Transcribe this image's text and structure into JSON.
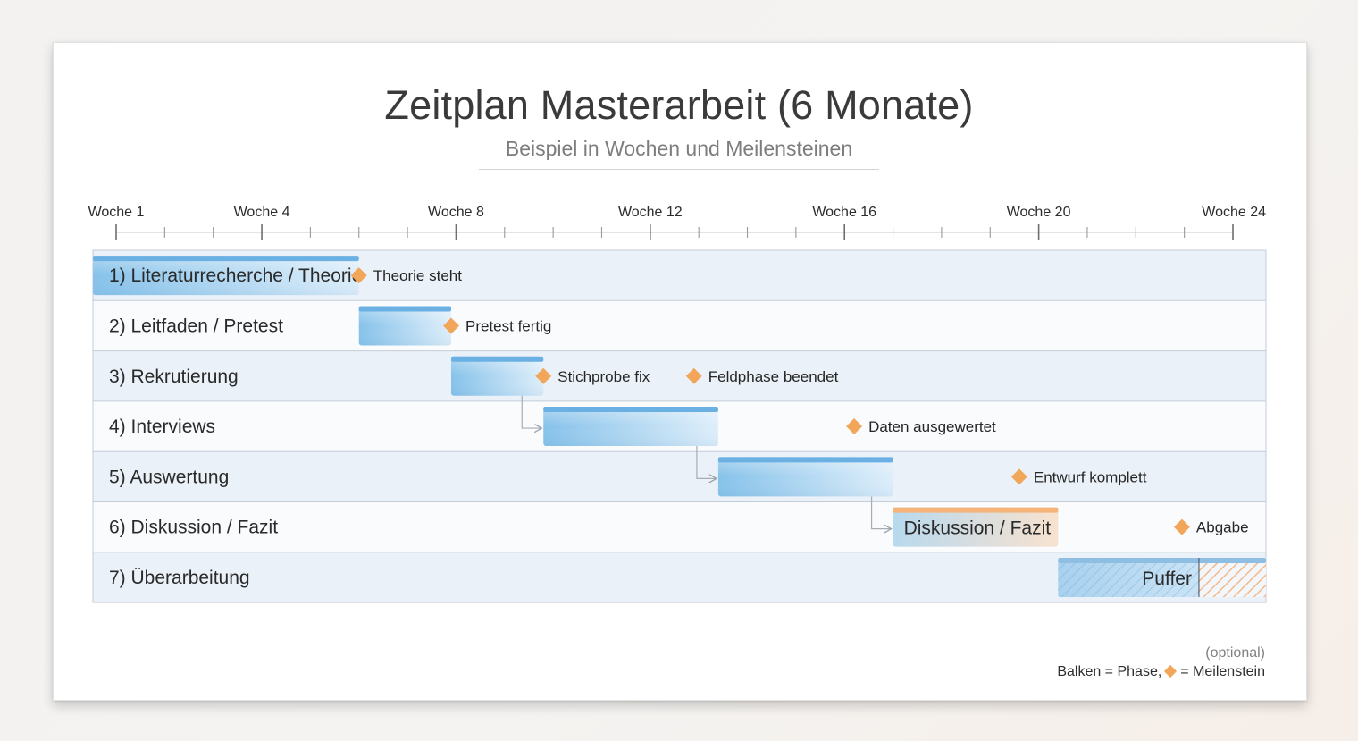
{
  "title": "Zeitplan Masterarbeit (6 Monate)",
  "subtitle": "Beispiel in Wochen und Meilensteinen",
  "colors": {
    "phase": "#8cc6ec",
    "phase_light": "#e2f1fb",
    "phase_top": "#6ab0e3",
    "highlight": "#f5b57a",
    "milestone": "#f2a65a",
    "row_alt": "#eaf1f8",
    "row_base": "#f9fbfd",
    "grid": "#c4ccd6"
  },
  "legend": {
    "optional": "(optional)",
    "prefix": "Balken = Phase,",
    "suffix": "= Meilenstein",
    "icon": "diamond-icon"
  },
  "chart_data": {
    "type": "gantt",
    "x_unit": "Woche",
    "x_range": [
      1,
      24
    ],
    "axis_labels": [
      {
        "week": 1,
        "label": "Woche 1"
      },
      {
        "week": 4,
        "label": "Woche 4"
      },
      {
        "week": 8,
        "label": "Woche 8"
      },
      {
        "week": 12,
        "label": "Woche 12"
      },
      {
        "week": 16,
        "label": "Woche 16"
      },
      {
        "week": 20,
        "label": "Woche 20"
      },
      {
        "week": 24,
        "label": "Woche 24"
      }
    ],
    "phases": [
      {
        "label": "1) Literaturrecherche / Theorie",
        "start": 0.5,
        "end": 6.0,
        "bar_label": "",
        "style": "phase"
      },
      {
        "label": "2) Leitfaden / Pretest",
        "start": 6.0,
        "end": 7.9,
        "bar_label": "",
        "style": "phase"
      },
      {
        "label": "3) Rekrutierung",
        "start": 7.9,
        "end": 9.8,
        "bar_label": "",
        "style": "phase"
      },
      {
        "label": "4) Interviews",
        "start": 9.8,
        "end": 13.4,
        "bar_label": "",
        "style": "phase"
      },
      {
        "label": "5) Auswertung",
        "start": 13.4,
        "end": 17.0,
        "bar_label": "",
        "style": "phase"
      },
      {
        "label": "6) Diskussion / Fazit",
        "start": 17.0,
        "end": 20.4,
        "bar_label": "Diskussion / Fazit",
        "style": "highlight"
      },
      {
        "label": "7) Überarbeitung",
        "start": 20.4,
        "end": 24.7,
        "bar_label": "Puffer",
        "style": "buffer",
        "hatch_from": 23.3
      }
    ],
    "milestones": [
      {
        "row": 0,
        "week": 6.0,
        "label": "Theorie steht"
      },
      {
        "row": 1,
        "week": 7.9,
        "label": "Pretest fertig"
      },
      {
        "row": 2,
        "week": 9.8,
        "label": "Stichprobe fix"
      },
      {
        "row": 2,
        "week": 12.9,
        "label": "Feldphase beendet"
      },
      {
        "row": 3,
        "week": 16.2,
        "label": "Daten ausgewertet"
      },
      {
        "row": 4,
        "week": 19.6,
        "label": "Entwurf komplett"
      },
      {
        "row": 5,
        "week": 22.95,
        "label": "Abgabe"
      }
    ],
    "dependencies": [
      {
        "from_row": 2,
        "to_row": 3
      },
      {
        "from_row": 3,
        "to_row": 4
      },
      {
        "from_row": 4,
        "to_row": 5
      }
    ]
  }
}
